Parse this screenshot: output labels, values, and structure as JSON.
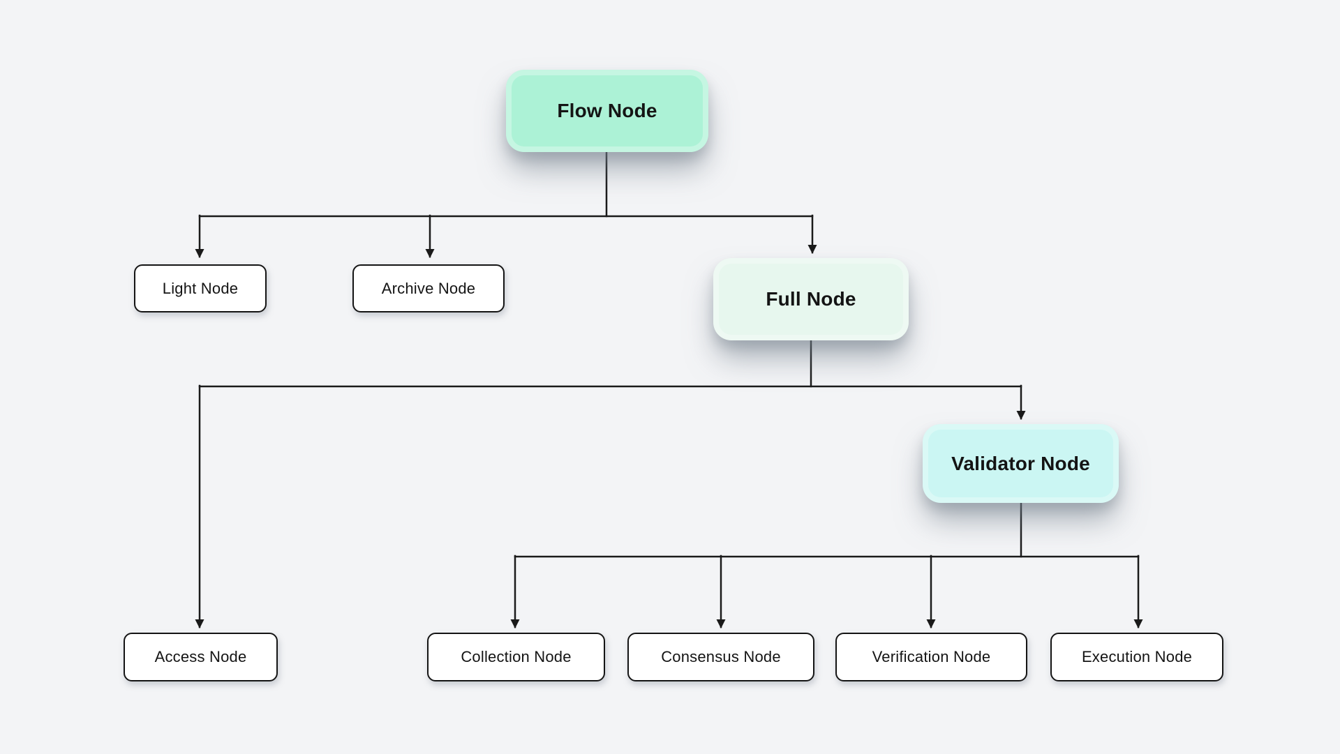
{
  "diagram": {
    "type": "flowchart",
    "nodes": {
      "flow": {
        "label": "Flow Node",
        "fill": "#ACF2D6"
      },
      "light": {
        "label": "Light Node",
        "fill": "#FFFFFF"
      },
      "archive": {
        "label": "Archive Node",
        "fill": "#FFFFFF"
      },
      "full": {
        "label": "Full Node",
        "fill": "#E7F7EE"
      },
      "access": {
        "label": "Access Node",
        "fill": "#FFFFFF"
      },
      "validator": {
        "label": "Validator Node",
        "fill": "#CBF6F3"
      },
      "collection": {
        "label": "Collection Node",
        "fill": "#FFFFFF"
      },
      "consensus": {
        "label": "Consensus Node",
        "fill": "#FFFFFF"
      },
      "verification": {
        "label": "Verification Node",
        "fill": "#FFFFFF"
      },
      "execution": {
        "label": "Execution Node",
        "fill": "#FFFFFF"
      }
    },
    "edges": [
      {
        "from": "flow",
        "to": "light"
      },
      {
        "from": "flow",
        "to": "archive"
      },
      {
        "from": "flow",
        "to": "full"
      },
      {
        "from": "full",
        "to": "access"
      },
      {
        "from": "full",
        "to": "validator"
      },
      {
        "from": "validator",
        "to": "collection"
      },
      {
        "from": "validator",
        "to": "consensus"
      },
      {
        "from": "validator",
        "to": "verification"
      },
      {
        "from": "validator",
        "to": "execution"
      }
    ],
    "colors": {
      "background": "#F3F4F6",
      "line": "#1A1A1A",
      "node_border": "#141414",
      "node_text": "#141414"
    }
  }
}
